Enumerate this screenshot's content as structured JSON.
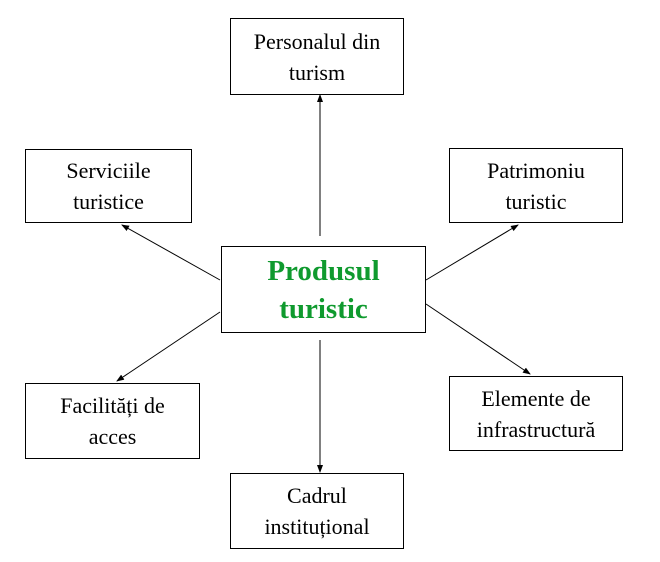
{
  "center": {
    "line1": "Produsul",
    "line2": "turistic",
    "color": "#0f9a2e"
  },
  "nodes": {
    "top": {
      "line1": "Personalul din",
      "line2": "turism"
    },
    "top_left": {
      "line1": "Serviciile",
      "line2": "turistice"
    },
    "top_right": {
      "line1": "Patrimoniu",
      "line2": "turistic"
    },
    "bottom_left": {
      "line1": "Facilități de",
      "line2": "acces"
    },
    "bottom_right": {
      "line1": "Elemente de",
      "line2": "infrastructură"
    },
    "bottom": {
      "line1": "Cadrul",
      "line2": "instituțional"
    }
  }
}
